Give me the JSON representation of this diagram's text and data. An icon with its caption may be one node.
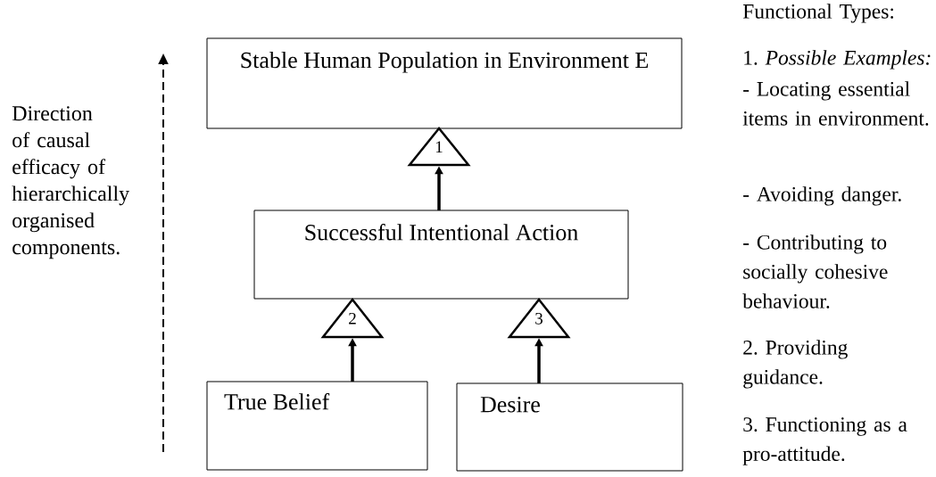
{
  "diagram": {
    "nodes": [
      {
        "text": [
          "Stable Human Population in Environment E"
        ]
      },
      {
        "text": [
          "Successful Intentional Action"
        ]
      },
      {
        "text": [
          "True Belief"
        ]
      },
      {
        "text": [
          "Desire"
        ]
      },
      {
        "text": [
          "1"
        ]
      },
      {
        "text": [
          "2"
        ]
      },
      {
        "text": [
          "3"
        ]
      }
    ],
    "edges": [
      {
        "from": 1,
        "to": 4,
        "arrow": "to"
      },
      {
        "from": 2,
        "to": 5,
        "arrow": "to"
      },
      {
        "from": 3,
        "to": 6,
        "arrow": "to"
      }
    ],
    "labels": [
      "Direction of causal efficacy of hierarchically organised components.",
      "Functional Types:",
      "1. *Possible Examples:*",
      "- Locating essential items in environment.",
      "- Avoiding danger.",
      "- Contributing to socially cohesive behaviour.",
      "2. Providing guidance.",
      "3. Functioning as a pro-attitude."
    ]
  }
}
